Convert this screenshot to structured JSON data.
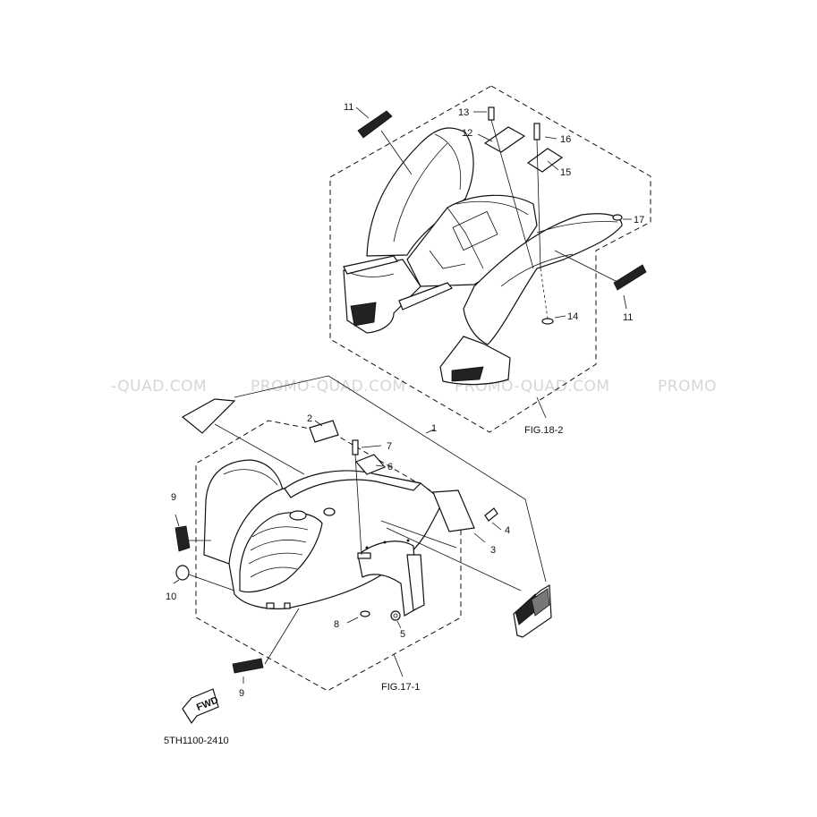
{
  "watermarks": [
    "-QUAD.COM",
    "PROMO-QUAD.COM",
    "PROMO-QUAD.COM",
    "PROMO"
  ],
  "figure_refs": {
    "rear": "FIG.18-2",
    "front": "FIG.17-1"
  },
  "drawing_code": "5TH1100-2410",
  "fwd_label": "FWD",
  "callouts": [
    "1",
    "2",
    "3",
    "4",
    "5",
    "6",
    "7",
    "8",
    "9",
    "9",
    "10",
    "11",
    "11",
    "12",
    "13",
    "14",
    "15",
    "16",
    "17"
  ]
}
